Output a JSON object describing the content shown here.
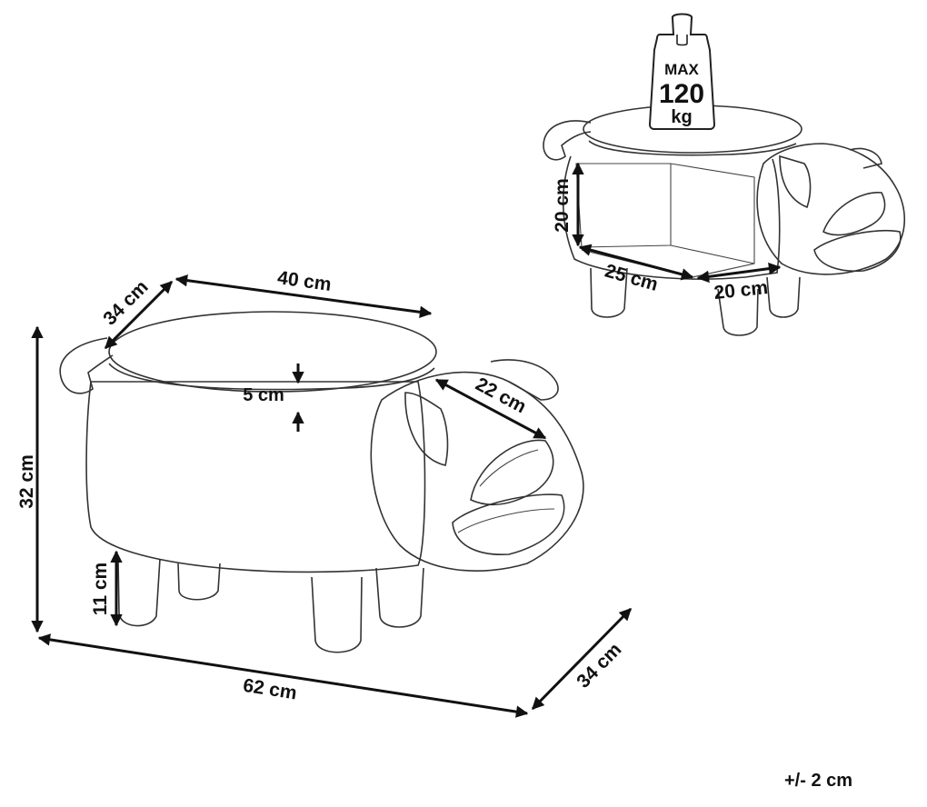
{
  "main_view": {
    "width_label": "62 cm",
    "height_label": "32 cm",
    "leg_height_label": "11 cm",
    "depth_label": "34 cm",
    "seat_length_label": "40 cm",
    "seat_depth_label": "34 cm",
    "lid_thickness_label": "5 cm",
    "head_label": "22 cm"
  },
  "storage_view": {
    "height_label": "20 cm",
    "length_label": "25 cm",
    "width_label": "20 cm"
  },
  "max_load": {
    "line1": "MAX",
    "line2": "120",
    "line3": "kg"
  },
  "tolerance": "+/- 2 cm"
}
